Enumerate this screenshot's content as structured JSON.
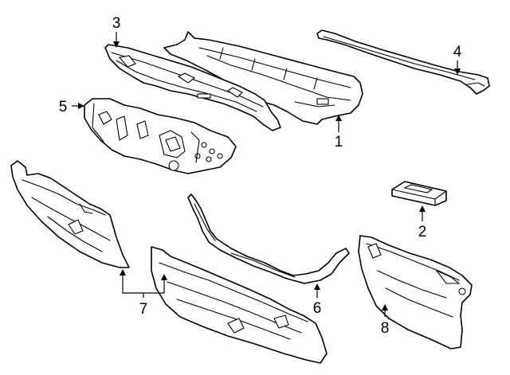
{
  "callouts": {
    "n1": "1",
    "n2": "2",
    "n3": "3",
    "n4": "4",
    "n5": "5",
    "n6": "6",
    "n7": "7",
    "n8": "8"
  }
}
